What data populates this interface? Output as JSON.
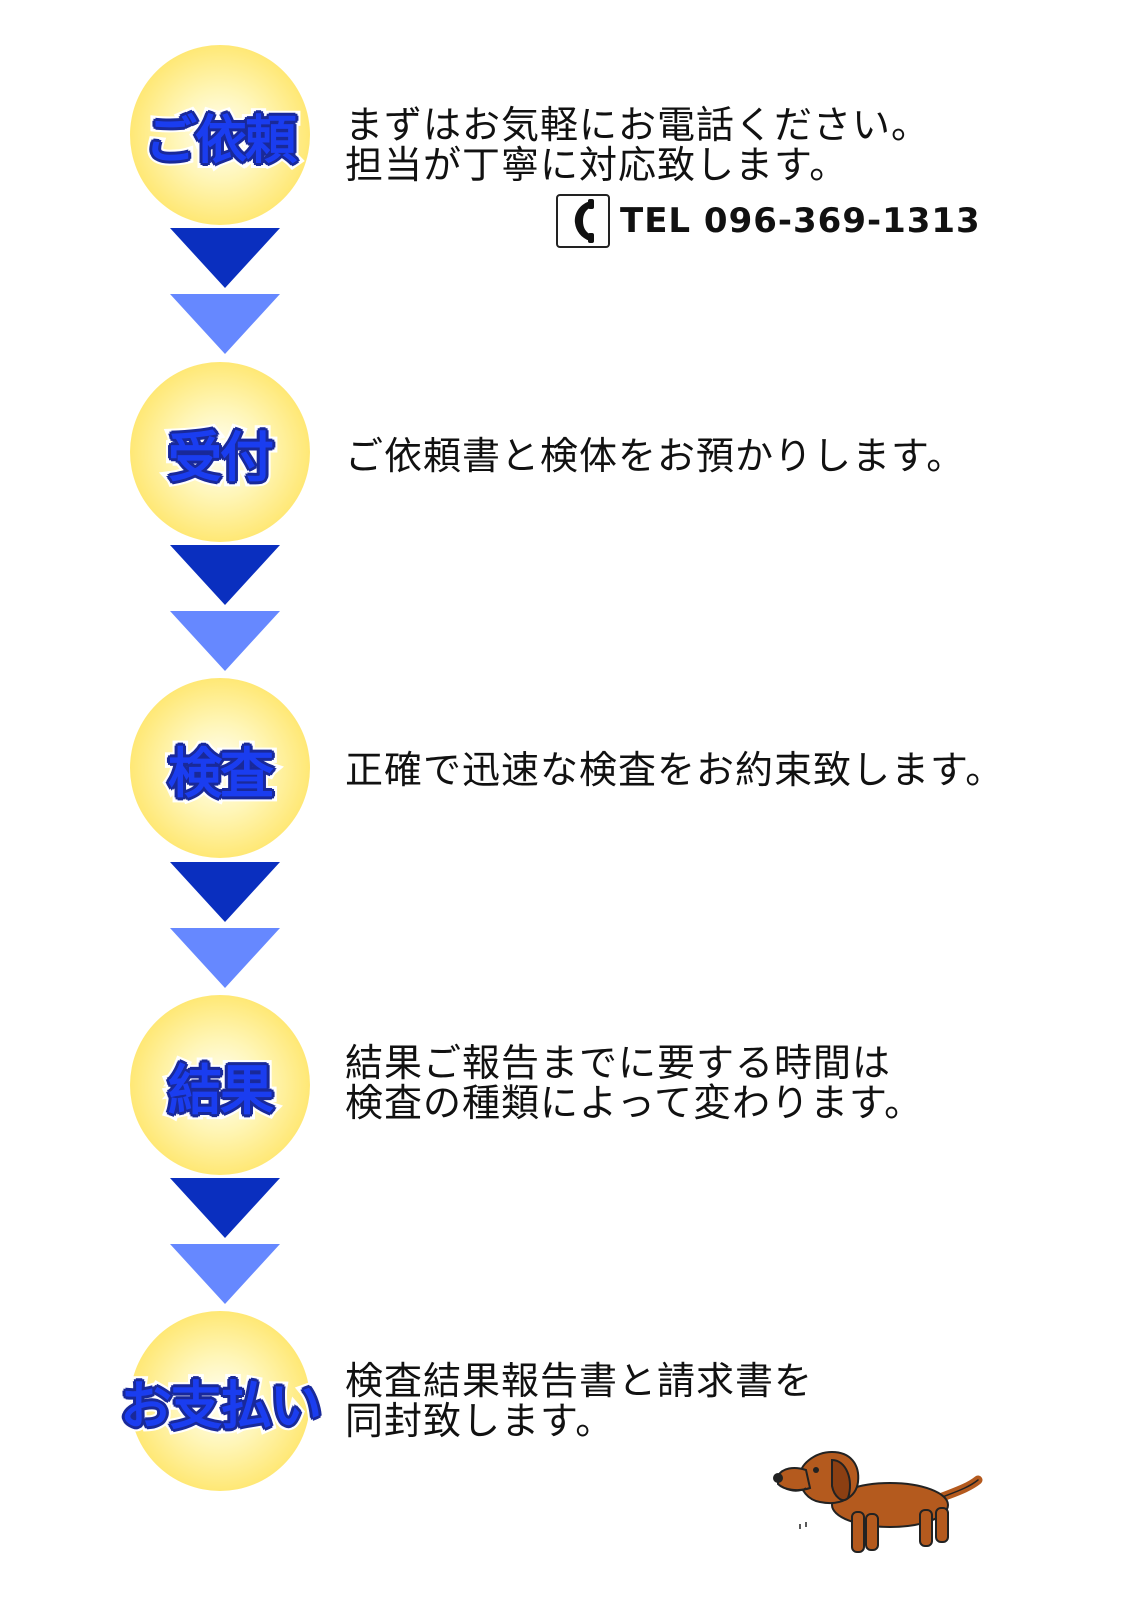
{
  "steps": [
    {
      "label": "ご依頼",
      "lines": [
        "まずはお気軽にお電話ください。",
        "担当が丁寧に対応致します。"
      ]
    },
    {
      "label": "受付",
      "lines": [
        "ご依頼書と検体をお預かりします。"
      ]
    },
    {
      "label": "検査",
      "lines": [
        "正確で迅速な検査をお約束致します。"
      ]
    },
    {
      "label": "結果",
      "lines": [
        "結果ご報告までに要する時間は",
        "検査の種類によって変わります。"
      ]
    },
    {
      "label": "お支払い",
      "lines": [
        "検査結果報告書と請求書を",
        "同封致します。"
      ]
    }
  ],
  "contact": {
    "icon": "phone-icon",
    "tel": "TEL 096-369-1313"
  },
  "colors": {
    "arrow_dark": "#0a2fbf",
    "arrow_light": "#6688ff",
    "label_blue": "#1a3df0",
    "orb_yellow": "#ffe35a",
    "dog_brown": "#b45a1e"
  }
}
